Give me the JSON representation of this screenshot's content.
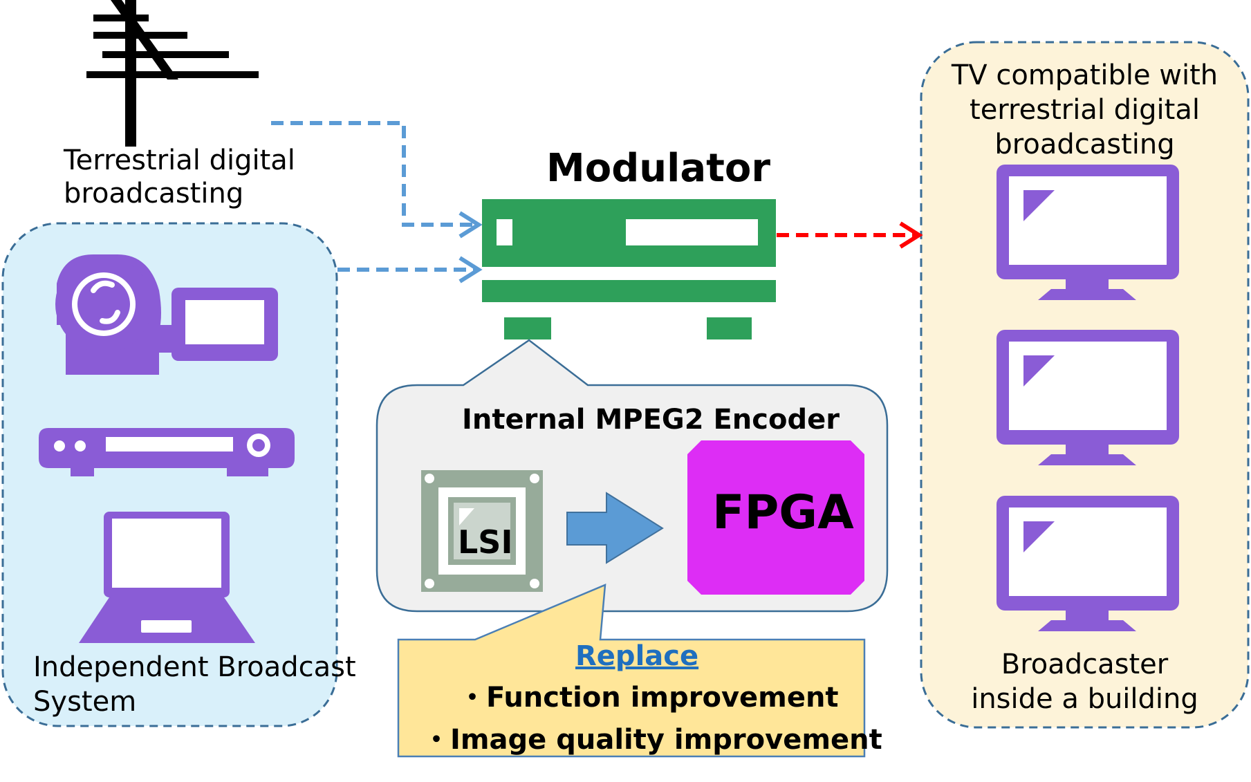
{
  "antenna": {
    "label_line1": "Terrestrial digital",
    "label_line2": "broadcasting"
  },
  "independent_system": {
    "label_line1": "Independent Broadcast",
    "label_line2": "System"
  },
  "modulator": {
    "title": "Modulator"
  },
  "encoder": {
    "title": "Internal MPEG2 Encoder",
    "lsi_label": "LSI",
    "fpga_label": "FPGA"
  },
  "callout": {
    "title": "Replace",
    "item1": "・Function improvement",
    "item2": "・Image quality improvement"
  },
  "tv_group": {
    "label_line1": "TV compatible with",
    "label_line2": "terrestrial digital",
    "label_line3": "broadcasting",
    "bottom_line1": "Broadcaster",
    "bottom_line2": "inside a building"
  },
  "colors": {
    "purple": "#8a5cd6",
    "green": "#2ea05a",
    "fpga_magenta": "#dd2df5",
    "blue_arrow": "#5b9bd5",
    "red_arrow": "#ff0000",
    "left_panel_bg": "#d9f0fa",
    "right_panel_bg": "#fdf3d9",
    "callout_bg": "#ffe699",
    "encoder_bg": "#f0f0f0",
    "lsi_gray": "#97ab9a",
    "link_blue": "#1f6fbf"
  }
}
